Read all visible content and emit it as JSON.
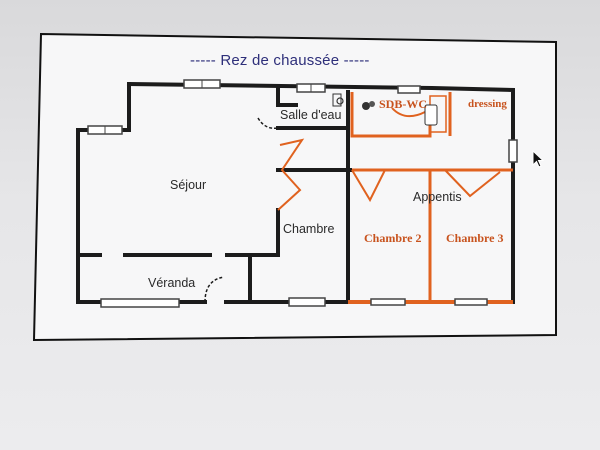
{
  "plan": {
    "title": "----- Rez de chaussée -----",
    "rooms": {
      "sejour": "Séjour",
      "salle_eau": "Salle d'eau",
      "chambre": "Chambre",
      "veranda": "Véranda",
      "appentis": "Appentis",
      "sdb_wc": "SDB-WC",
      "dressing": "dressing",
      "chambre2": "Chambre 2",
      "chambre3": "Chambre 3"
    }
  },
  "colors": {
    "wall_existing": "#1c1c1c",
    "wall_new": "#e0621f",
    "title": "#2e2f7a",
    "label_new": "#c8531e",
    "paper": "#f7f7f8"
  },
  "cursor": {
    "icon": "mouse-pointer-icon"
  }
}
